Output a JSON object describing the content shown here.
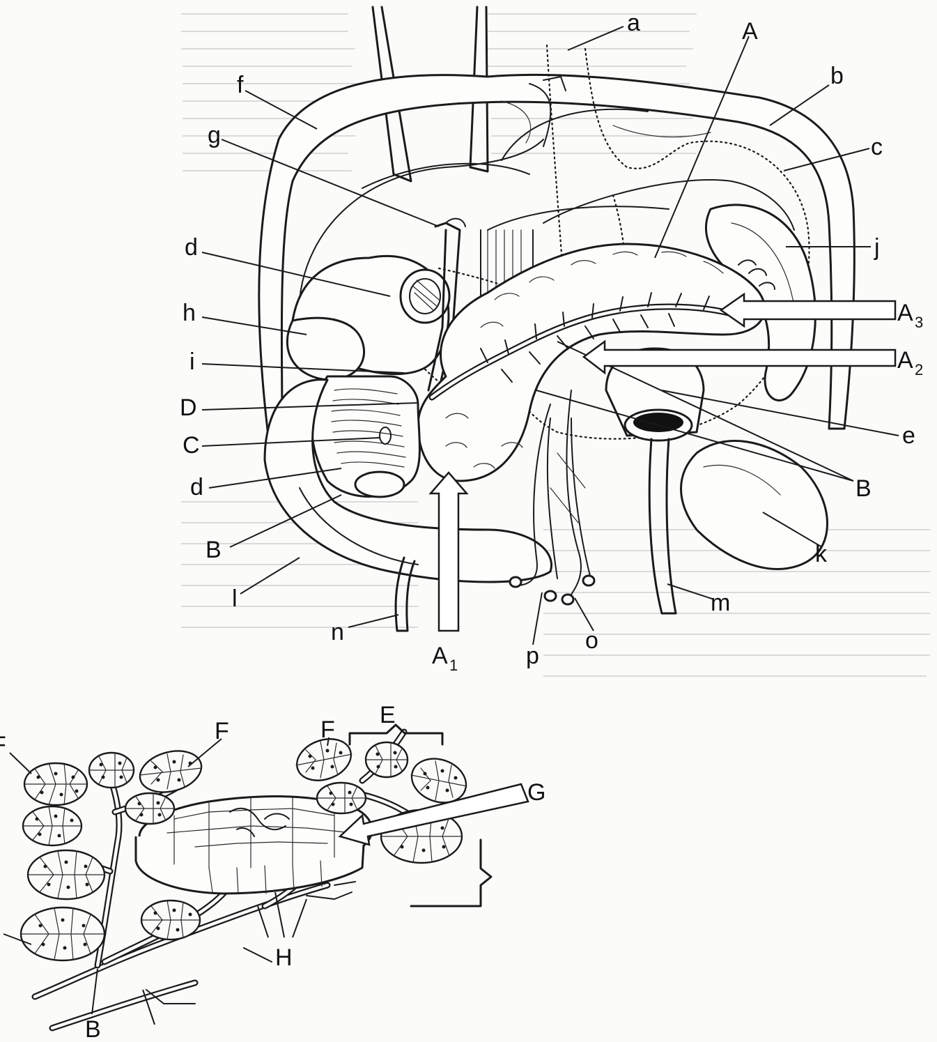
{
  "diagram": {
    "labels": {
      "a": "a",
      "A": "A",
      "b": "b",
      "c": "c",
      "f": "f",
      "g": "g",
      "j": "j",
      "d_top": "d",
      "h": "h",
      "i": "i",
      "D": "D",
      "C": "C",
      "d_bottom": "d",
      "A3": "A",
      "A3_sub": "3",
      "A2": "A",
      "A2_sub": "2",
      "e": "e",
      "B_right": "B",
      "k": "k",
      "B_left": "B",
      "l": "l",
      "m": "m",
      "n": "n",
      "A1": "A",
      "A1_sub": "1",
      "p": "p",
      "o": "o",
      "F_left": "F",
      "F_mid": "F",
      "F_top": "F",
      "E": "E",
      "G": "G",
      "H": "H",
      "B_bottom": "B"
    }
  }
}
